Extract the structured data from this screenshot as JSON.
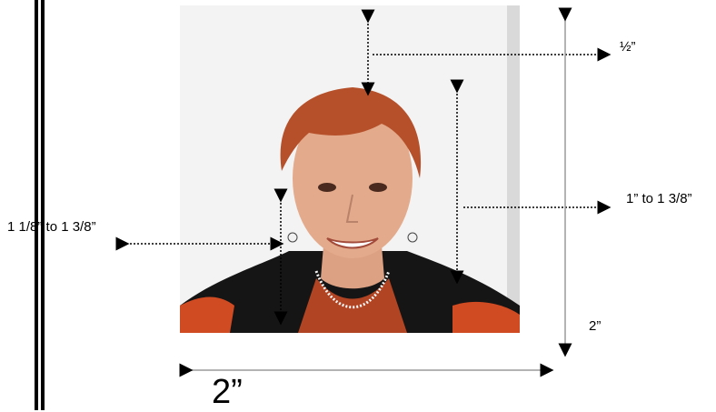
{
  "labels": {
    "top_margin": "½”",
    "head_height": "1” to 1 3/8”",
    "eye_height": "1 1/8” to 1 3/8”",
    "photo_height": "2”",
    "photo_width": "2”"
  },
  "colors": {
    "hair": "#b5502a",
    "skin": "#e3aa8b",
    "jacket": "#151515",
    "shirt_accent": "#d04a22",
    "background": "#f3f3f3"
  }
}
